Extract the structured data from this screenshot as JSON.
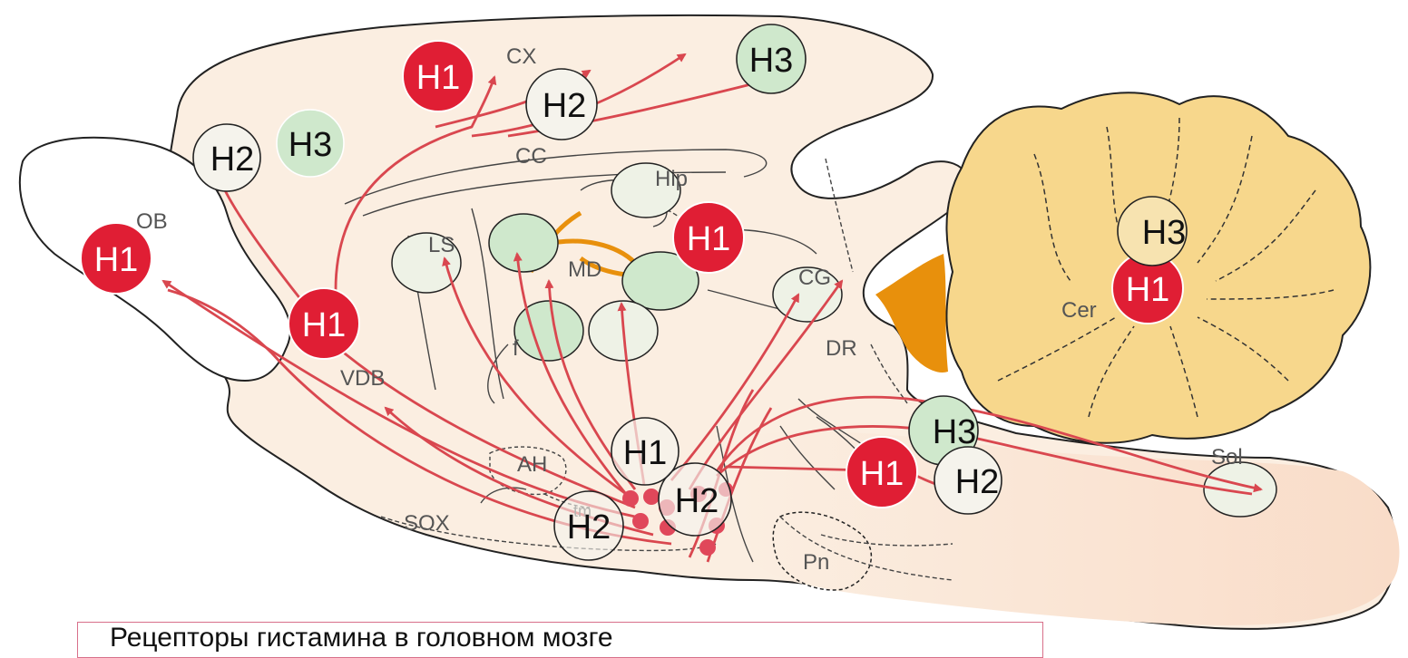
{
  "figure": {
    "region_labels": {
      "cx": "CX",
      "ob": "OB",
      "cc": "CC",
      "hip": "Hip",
      "ls": "LS",
      "md": "MD",
      "cg": "CG",
      "f": "f",
      "vdb": "VDB",
      "dr": "DR",
      "ah": "AH",
      "sox": "SOX",
      "pn": "Pn",
      "cer": "Cer",
      "sol": "Sol",
      "tm": "tm"
    },
    "receptors": {
      "h1": "H1",
      "h2": "H2",
      "h3": "H3"
    },
    "colors": {
      "h1_fill": "#e01e34",
      "h3_fill": "#cfe8cc",
      "h2_fill": "#f0efe6",
      "axon": "#d9474f",
      "brain_fill": "#fbeee1",
      "cerebellum_fill": "#f7d78c",
      "orange": "#e8900c"
    }
  },
  "caption": {
    "text": "Рецепторы гистамина в головном мозге"
  }
}
